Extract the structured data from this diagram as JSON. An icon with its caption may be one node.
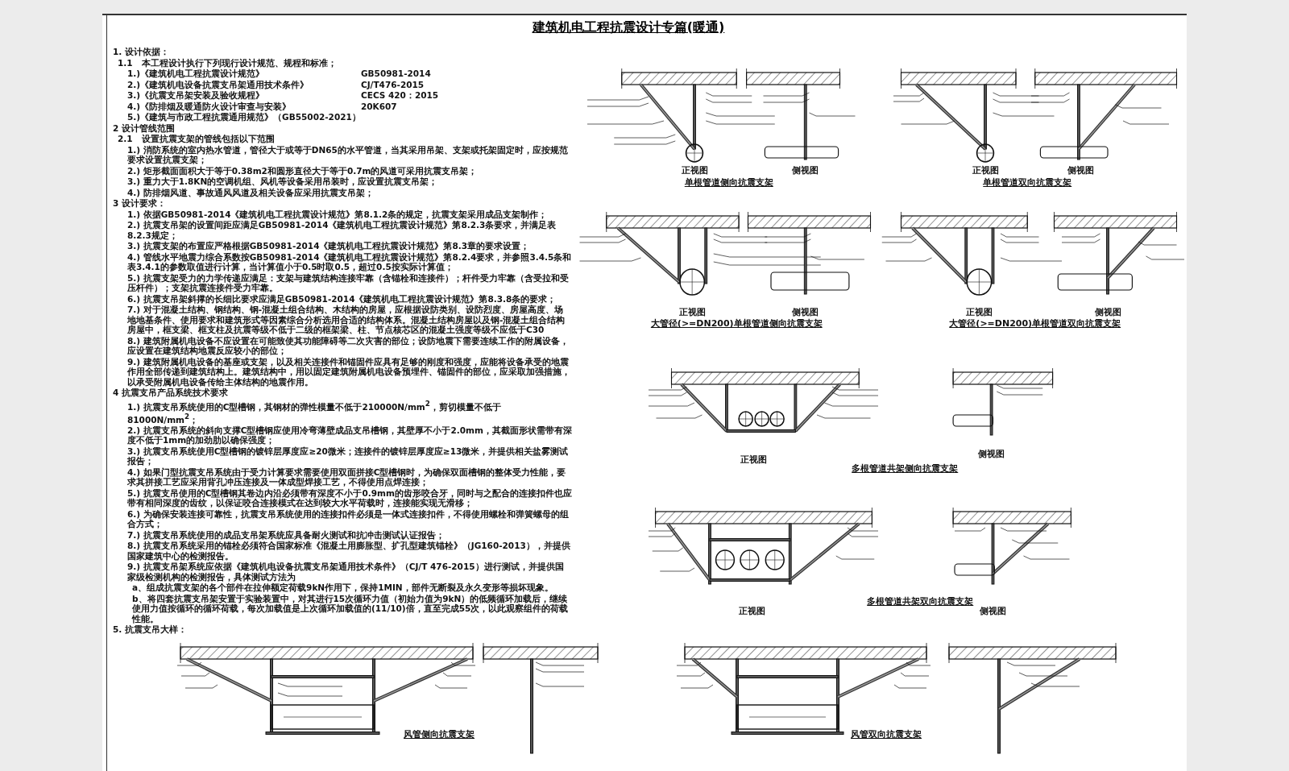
{
  "diagram": {
    "title": "建筑机电工程抗震设计专篇(暖通)",
    "labels": [
      "1. 设计依据：",
      "1.1　本工程设计执行下列现行设计规范、规程和标准；",
      "1.)《建筑机电工程抗震设计规范》",
      "GB50981-2014",
      "2.)《建筑机电设备抗震支吊架通用技术条件》",
      "CJ/T476-2015",
      "3.)《抗震支吊架安装及验收规程》",
      "CECS 420：2015",
      "4.)《防排烟及暖通防火设计审查与安装》",
      "20K607",
      "5.)《建筑与市政工程抗震通用规范》（GB55002-2021）",
      "2 设计管线范围",
      "2.1　设置抗震支架的管线包括以下范围",
      "1.) 消防系统的室内热水管道，管径大于或等于DN65的水平管道，当其采用吊架、支架或托架固定时，应按规范要求设置抗震支架；",
      "2.) 矩形截面面积大于等于0.38m2和圆形直径大于等于0.7m的风道可采用抗震支吊架；",
      "3.) 重力大于1.8KN的空调机组、风机等设备采用吊装时，应设置抗震支吊架；",
      "4.) 防排烟风道、事故通风风道及相关设备应采用抗震支吊架；",
      "3 设计要求：",
      "1.) 依据GB50981-2014《建筑机电工程抗震设计规范》第8.1.2条的规定，抗震支架采用成品支架制作；",
      "2.) 抗震支吊架的设置间距应满足GB50981-2014《建筑机电工程抗震设计规范》第8.2.3条要求，并满足表8.2.3规定；",
      "3.) 抗震支架的布置应严格根据GB50981-2014《建筑机电工程抗震设计规范》第8.3章的要求设置；",
      "4.) 管线水平地震力综合系数按GB50981-2014《建筑机电工程抗震设计规范》第8.2.4要求，并参照3.4.5条和表3.4.1的参数取值进行计算，当计算值小于0.5时取0.5，超过0.5按实际计算值；",
      "5.) 抗震支架受力的力学传递应满足：支架与建筑结构连接牢靠（含锚栓和连接件）；杆件受力牢靠（含受拉和受压杆件）；支架抗震连接件受力牢靠。",
      "6.) 抗震支吊架斜撑的长细比要求应满足GB50981-2014《建筑机电工程抗震设计规范》第8.3.8条的要求；",
      "7.) 对于混凝土结构、钢结构、钢-混凝土组合结构、木结构的房屋，应根据设防类别、设防烈度、房屋高度、场地地基条件、使用要求和建筑形式等因素综合分析选用合适的结构体系。混凝土结构房屋以及钢-混凝土组合结构房屋中，框支梁、框支柱及抗震等级不低于二级的框架梁、柱、节点核芯区的混凝土强度等级不应低于C30",
      "8.) 建筑附属机电设备不应设置在可能致使其功能障碍等二次灾害的部位；设防地震下需要连续工作的附属设备，应设置在建筑结构地震反应较小的部位；",
      "9.) 建筑附属机电设备的基座或支架，以及相关连接件和锚固件应具有足够的刚度和强度，应能将设备承受的地震作用全部传递到建筑结构上。建筑结构中，用以固定建筑附属机电设备预埋件、锚固件的部位，应采取加强措施，以承受附属机电设备传给主体结构的地震作用。",
      "4 抗震支吊产品系统技术要求",
      "1.) 抗震支吊系统使用的C型槽钢，其钢材的弹性模量不低于210000N/mm$^{2}$，剪切模量不低于81000N/mm$^{2}$；",
      "2.) 抗震支吊系统的斜向支撑C型槽钢应使用冷弯薄壁成品支吊槽钢，其壁厚不小于2.0mm，其截面形状需带有深度不低于1mm的加劲肋以确保强度；",
      "3.) 抗震支吊系统使用C型槽钢的镀锌层厚度应≥20微米；连接件的镀锌层厚度应≥13微米，并提供相关盐雾测试报告；",
      "4.) 如果门型抗震支吊系统由于受力计算要求需要使用双面拼接C型槽钢时，为确保双面槽钢的整体受力性能，要求其拼接工艺应采用背孔冲压连接及一体成型焊接工艺，不得使用点焊连接；",
      "5.) 抗震支吊使用的C型槽钢其卷边内沿必须带有深度不小于0.9mm的齿形咬合牙，同时与之配合的连接扣件也应带有相同深度的齿纹，以保证咬合连接模式在达到较大水平荷载时，连接能实现无滑移；",
      "6.) 为确保安装连接可靠性，抗震支吊系统使用的连接扣件必须是一体式连接扣件，不得使用螺栓和弹簧螺母的组合方式；",
      "7.) 抗震支吊系统使用的成品支吊架系统应具备耐火测试和抗冲击测试认证报告；",
      "8.) 抗震支吊系统采用的锚栓必须符合国家标准《混凝土用膨胀型、扩孔型建筑锚栓》（JG160-2013），并提供国家建筑中心的检测报告。",
      "9.) 抗震支吊架系统应依据《建筑机电设备抗震支吊架通用技术条件》（CJ/T 476-2015）进行测试，并提供国家级检测机构的检测报告，具体测试方法为",
      "a、组成抗震支架的各个部件在拉伸额定荷载9kN作用下，保持1MIN，部件无断裂及永久变形等损坏现象。",
      "b、将四套抗震支吊架安置于实验装置中，对其进行15次循环力值（初始力值为9kN）的低频循环加载后，继续使用力值按循环的循环荷载，每次加载值是上次循环加载值的(11/10)倍，直至完成55次，以此观察组件的荷载性能。",
      "5. 抗震支吊大样：",
      "正视图",
      "侧视图",
      "单根管道侧向抗震支架",
      "正视图",
      "侧视图",
      "单根管道双向抗震支架",
      "正视图",
      "侧视图",
      "大管径(>=DN200)单根管道侧向抗震支架",
      "正视图",
      "侧视图",
      "大管径(>=DN200)单根管道双向抗震支架",
      "侧视图",
      "正视图",
      "多根管道共架侧向抗震支架",
      "正视图",
      "侧视图",
      "多根管道共架双向抗震支架",
      "风管侧向抗震支架",
      "风管双向抗震支架"
    ]
  }
}
